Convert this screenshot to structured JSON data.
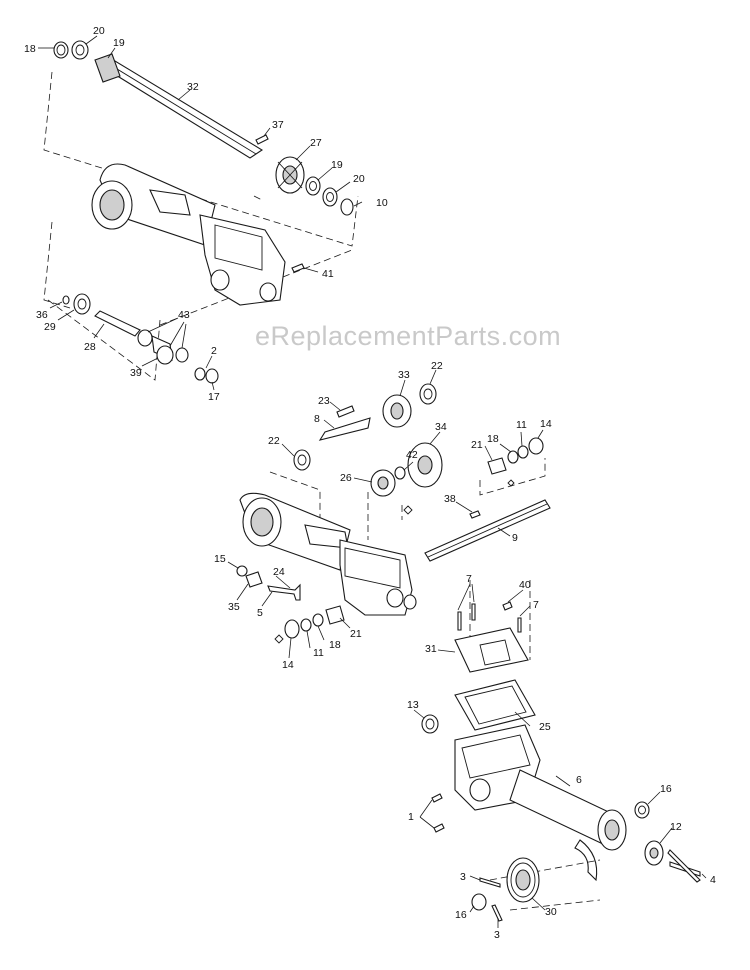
{
  "watermark": "eReplacementParts.com",
  "callouts": [
    {
      "id": "c1",
      "label": "18"
    },
    {
      "id": "c2",
      "label": "20"
    },
    {
      "id": "c3",
      "label": "19"
    },
    {
      "id": "c4",
      "label": "32"
    },
    {
      "id": "c5",
      "label": "37"
    },
    {
      "id": "c6",
      "label": "27"
    },
    {
      "id": "c7",
      "label": "19"
    },
    {
      "id": "c8",
      "label": "20"
    },
    {
      "id": "c9",
      "label": "10"
    },
    {
      "id": "c10",
      "label": "41"
    },
    {
      "id": "c11",
      "label": "36"
    },
    {
      "id": "c12",
      "label": "29"
    },
    {
      "id": "c13",
      "label": "28"
    },
    {
      "id": "c14",
      "label": "43"
    },
    {
      "id": "c15",
      "label": "39"
    },
    {
      "id": "c16",
      "label": "2"
    },
    {
      "id": "c17",
      "label": "17"
    },
    {
      "id": "c18",
      "label": "33"
    },
    {
      "id": "c19",
      "label": "22"
    },
    {
      "id": "c20",
      "label": "23"
    },
    {
      "id": "c21",
      "label": "8"
    },
    {
      "id": "c22",
      "label": "22"
    },
    {
      "id": "c23",
      "label": "34"
    },
    {
      "id": "c24",
      "label": "42"
    },
    {
      "id": "c25",
      "label": "26"
    },
    {
      "id": "c26",
      "label": "21"
    },
    {
      "id": "c27",
      "label": "18"
    },
    {
      "id": "c28",
      "label": "11"
    },
    {
      "id": "c29",
      "label": "14"
    },
    {
      "id": "c30",
      "label": "38"
    },
    {
      "id": "c31",
      "label": "9"
    },
    {
      "id": "c32",
      "label": "15"
    },
    {
      "id": "c33",
      "label": "24"
    },
    {
      "id": "c34",
      "label": "35"
    },
    {
      "id": "c35",
      "label": "5"
    },
    {
      "id": "c36",
      "label": "7"
    },
    {
      "id": "c37",
      "label": "40"
    },
    {
      "id": "c38",
      "label": "7"
    },
    {
      "id": "c39",
      "label": "31"
    },
    {
      "id": "c40",
      "label": "21"
    },
    {
      "id": "c41",
      "label": "14"
    },
    {
      "id": "c42",
      "label": "11"
    },
    {
      "id": "c43",
      "label": "18"
    },
    {
      "id": "c44",
      "label": "13"
    },
    {
      "id": "c45",
      "label": "25"
    },
    {
      "id": "c46",
      "label": "6"
    },
    {
      "id": "c47",
      "label": "16"
    },
    {
      "id": "c48",
      "label": "1"
    },
    {
      "id": "c49",
      "label": "12"
    },
    {
      "id": "c50",
      "label": "4"
    },
    {
      "id": "c51",
      "label": "3"
    },
    {
      "id": "c52",
      "label": "16"
    },
    {
      "id": "c53",
      "label": "30"
    },
    {
      "id": "c54",
      "label": "3"
    }
  ]
}
